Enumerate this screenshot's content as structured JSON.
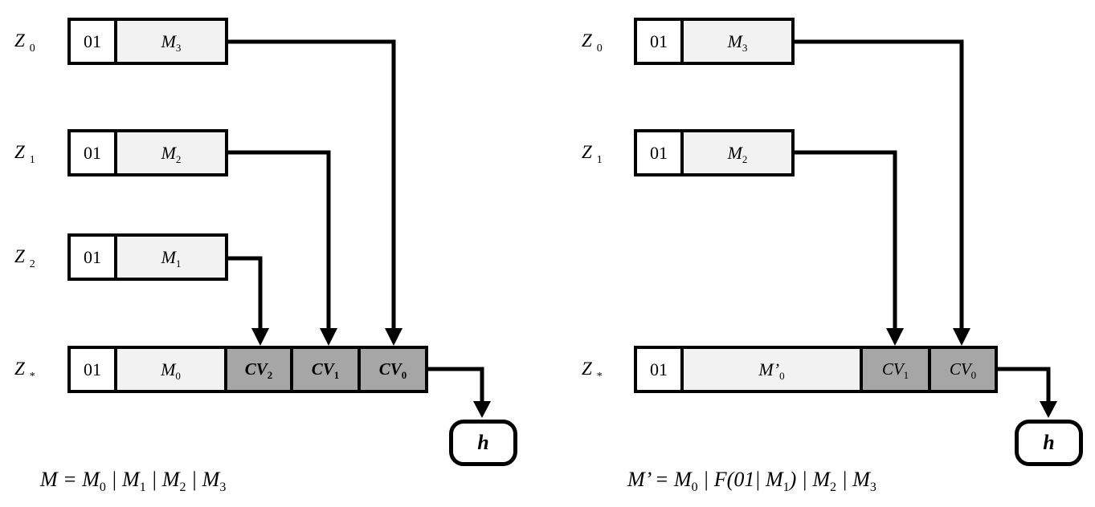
{
  "colors": {
    "message_fill": "#f2f2f2",
    "cv_fill": "#a6a6a6",
    "stroke": "#000000",
    "background": "#ffffff"
  },
  "left": {
    "rows": [
      {
        "label": {
          "base": "Z",
          "sub": "0"
        },
        "prefix": "01",
        "block": {
          "base": "M",
          "sub": "3"
        }
      },
      {
        "label": {
          "base": "Z",
          "sub": "1"
        },
        "prefix": "01",
        "block": {
          "base": "M",
          "sub": "2"
        }
      },
      {
        "label": {
          "base": "Z",
          "sub": "2"
        },
        "prefix": "01",
        "block": {
          "base": "M",
          "sub": "1"
        }
      }
    ],
    "final": {
      "label": {
        "base": "Z",
        "sub": "*"
      },
      "prefix": "01",
      "message": {
        "base": "M",
        "sub": "0"
      },
      "cv": [
        {
          "base": "CV",
          "sub": "2"
        },
        {
          "base": "CV",
          "sub": "1"
        },
        {
          "base": "CV",
          "sub": "0"
        }
      ]
    },
    "output": "h",
    "caption": {
      "parts": [
        "M = M",
        "0",
        " | M",
        "1",
        " | M",
        "2",
        " | M",
        "3"
      ]
    }
  },
  "right": {
    "rows": [
      {
        "label": {
          "base": "Z",
          "sub": "0"
        },
        "prefix": "01",
        "block": {
          "base": "M",
          "sub": "3"
        }
      },
      {
        "label": {
          "base": "Z",
          "sub": "1"
        },
        "prefix": "01",
        "block": {
          "base": "M",
          "sub": "2"
        }
      }
    ],
    "final": {
      "label": {
        "base": "Z",
        "sub": "*"
      },
      "prefix": "01",
      "message": {
        "base": "M’",
        "sub": "0"
      },
      "cv": [
        {
          "base": "CV",
          "sub": "1"
        },
        {
          "base": "CV",
          "sub": "0"
        }
      ]
    },
    "output": "h",
    "caption": {
      "parts": [
        "M’ = M",
        "0",
        " | F(01| M",
        "1",
        ") | M",
        "2",
        " | M",
        "3"
      ]
    }
  }
}
